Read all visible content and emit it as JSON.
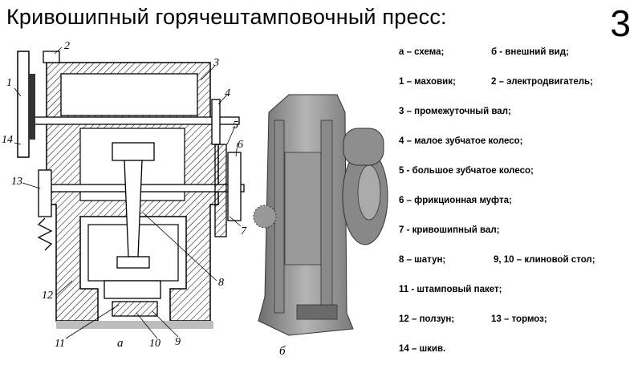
{
  "title": "Кривошипный горячештамповочный пресс:",
  "slide_number": "3",
  "legend": [
    {
      "a": "а – схема;",
      "b": "б - внешний вид;"
    },
    {
      "a": "1 – маховик;",
      "b": "2 – электродвигатель;"
    },
    {
      "a": "3 – промежуточный вал;",
      "b": ""
    },
    {
      "a": "4 – малое зубчатое колесо;",
      "b": ""
    },
    {
      "a": "5 - большое зубчатое колесо;",
      "b": ""
    },
    {
      "a": "6 – фрикционная муфта;",
      "b": ""
    },
    {
      "a": "7 - кривошипный вал;",
      "b": ""
    },
    {
      "a": "8 – шатун;",
      "b": "9, 10 – клиновой стол;"
    },
    {
      "a": "11 - штамповый пакет;",
      "b": ""
    },
    {
      "a": "12 – ползун;",
      "b": "13 – тормоз;"
    },
    {
      "a": "14 – шкив.",
      "b": ""
    }
  ],
  "scheme_labels": {
    "n1": "1",
    "n2": "2",
    "n3": "3",
    "n4": "4",
    "n5": "5",
    "n6": "6",
    "n7": "7",
    "n8": "8",
    "n9": "9",
    "n10": "10",
    "n11": "11",
    "n12": "12",
    "n13": "13",
    "n14": "14",
    "caption_a": "а",
    "caption_b": "б"
  }
}
